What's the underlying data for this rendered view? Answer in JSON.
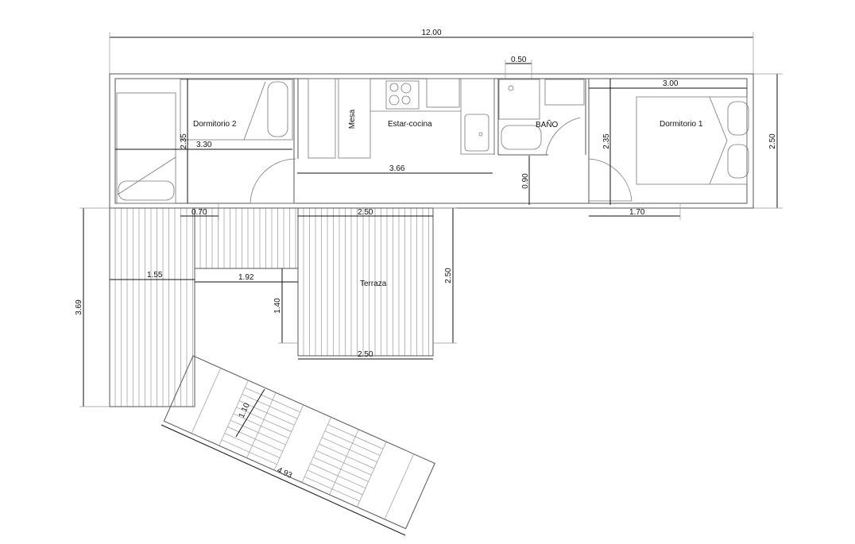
{
  "rooms": {
    "bedroom2": "Dormitorio 2",
    "table": "Mesa",
    "living_kitchen": "Estar-cocina",
    "bathroom": "BAÑO",
    "bedroom1": "Dormitorio 1",
    "terrace": "Terraza"
  },
  "dimensions": {
    "total_length": "12.00",
    "total_width": "2.50",
    "bedroom2_width": "3.30",
    "bedroom2_depth": "2.35",
    "kitchen_length": "3.66",
    "bath_window": "0.50",
    "bath_corridor": "0.90",
    "bedroom1_width": "3.00",
    "bedroom1_depth": "2.35",
    "bedroom1_window": "1.70",
    "bedroom2_window": "0.70",
    "terrace_top": "2.50",
    "terrace_height": "2.50",
    "deck_left": "1.55",
    "deck_mid": "1.92",
    "terrace_step": "1.40",
    "terrace_bottom": "2.50",
    "deck_height": "3.69",
    "ramp_width": "1.10",
    "ramp_length": "4.93"
  }
}
